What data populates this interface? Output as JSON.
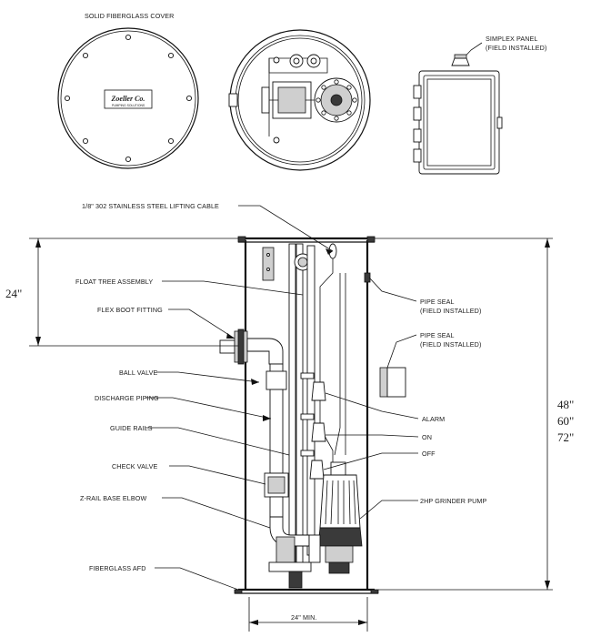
{
  "labels": {
    "cover": "SOLID FIBERGLASS COVER",
    "logo": "Zoeller Co.",
    "logo_sub": "PUMPING SOLUTIONS",
    "panel_line1": "SIMPLEX PANEL",
    "panel_line2": "(FIELD INSTALLED)",
    "cable": "1/8\" 302 STAINLESS STEEL LIFTING CABLE",
    "float_tree": "FLOAT TREE ASSEMBLY",
    "flex_boot": "FLEX BOOT FITTING",
    "ball_valve": "BALL VALVE",
    "discharge": "DISCHARGE PIPING",
    "guide_rails": "GUIDE RAILS",
    "check_valve": "CHECK VALVE",
    "base_elbow": "Z-RAIL BASE ELBOW",
    "afd": "FIBERGLASS AFD",
    "pipe_seal1_line1": "PIPE SEAL",
    "pipe_seal1_line2": "(FIELD INSTALLED)",
    "pipe_seal2_line1": "PIPE SEAL",
    "pipe_seal2_line2": "(FIELD INSTALLED)",
    "alarm": "ALARM",
    "on": "ON",
    "off": "OFF",
    "pump": "2HP GRINDER PUMP",
    "dim_24": "24\"",
    "dim_h1": "48\"",
    "dim_h2": "60\"",
    "dim_h3": "72\"",
    "dim_min": "24\" MIN."
  }
}
